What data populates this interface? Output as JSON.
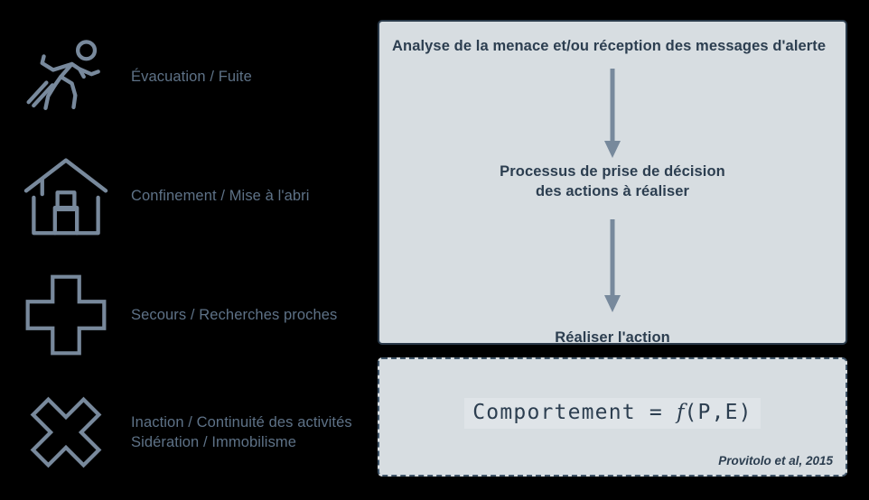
{
  "legend": {
    "items": [
      {
        "icon": "running-person-icon",
        "label": "Évacuation / Fuite"
      },
      {
        "icon": "house-icon",
        "label": "Confinement / Mise à l'abri"
      },
      {
        "icon": "medical-cross-icon",
        "label": "Secours / Recherches proches"
      },
      {
        "icon": "x-cross-icon",
        "label": "Inaction / Continuité des activités\nSidération / Immobilisme"
      }
    ]
  },
  "process_panel": {
    "step_1": "Analyse de la menace et/ou réception des messages d'alerte",
    "step_2": "Processus de prise de décision\ndes actions à réaliser",
    "step_3": "Réaliser l'action",
    "arrow_1": "down-arrow-icon",
    "arrow_2": "down-arrow-icon"
  },
  "formula_panel": {
    "formula_left": "Comportement = ",
    "formula_fn": "f",
    "formula_args": "(P,E)",
    "citation": "Provitolo et al, 2015"
  },
  "colors": {
    "background": "#000000",
    "panel_fill": "#d7dde1",
    "panel_border": "#2a3a4a",
    "dashed_border": "#41566a",
    "icon_stroke": "#78899c",
    "legend_text": "#5e7287",
    "step_text": "#2c3e50",
    "arrow": "#77899c",
    "formula_highlight": "#dfe4e8"
  }
}
